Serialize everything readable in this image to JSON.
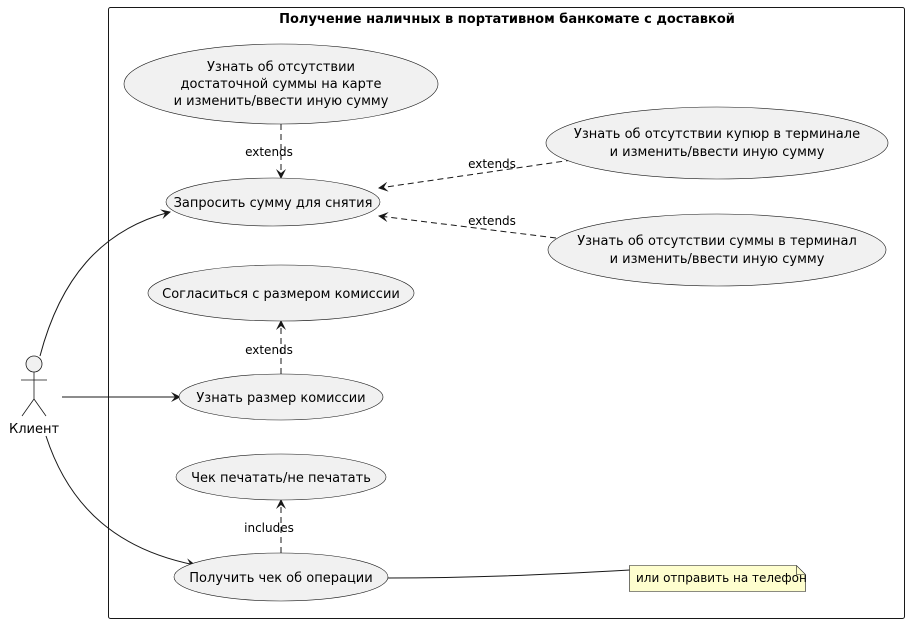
{
  "diagram": {
    "title": "Получение наличных в портативном банкомате с доставкой",
    "actor": {
      "label": "Клиент"
    },
    "use_cases": {
      "learn_insufficient_card": [
        "Узнать об отсутствии",
        "достаточной суммы на карте",
        "и изменить/ввести иную сумму"
      ],
      "request_amount": [
        "Запросить сумму для снятия"
      ],
      "learn_no_bills": [
        "Узнать об отсутствии купюр в терминале",
        "и  изменить/ввести иную сумму"
      ],
      "learn_no_sum_terminal": [
        "Узнать об отсутствии суммы в терминал",
        "и изменить/ввести иную сумму"
      ],
      "agree_fee": [
        "Согласиться с размером комиссии"
      ],
      "learn_fee": [
        "Узнать размер комиссии"
      ],
      "receipt_print": [
        "Чек печатать/не печатать"
      ],
      "get_receipt": [
        "Получить чек об операции"
      ]
    },
    "relations": {
      "extends_1": "extends",
      "extends_2": "extends",
      "extends_3": "extends",
      "extends_4": "extends",
      "includes_1": "includes"
    },
    "note": "или отправить на телефон",
    "colors": {
      "ellipse_fill": "#F1F1F1",
      "line": "#181818",
      "note_fill": "#FEFECE"
    }
  }
}
